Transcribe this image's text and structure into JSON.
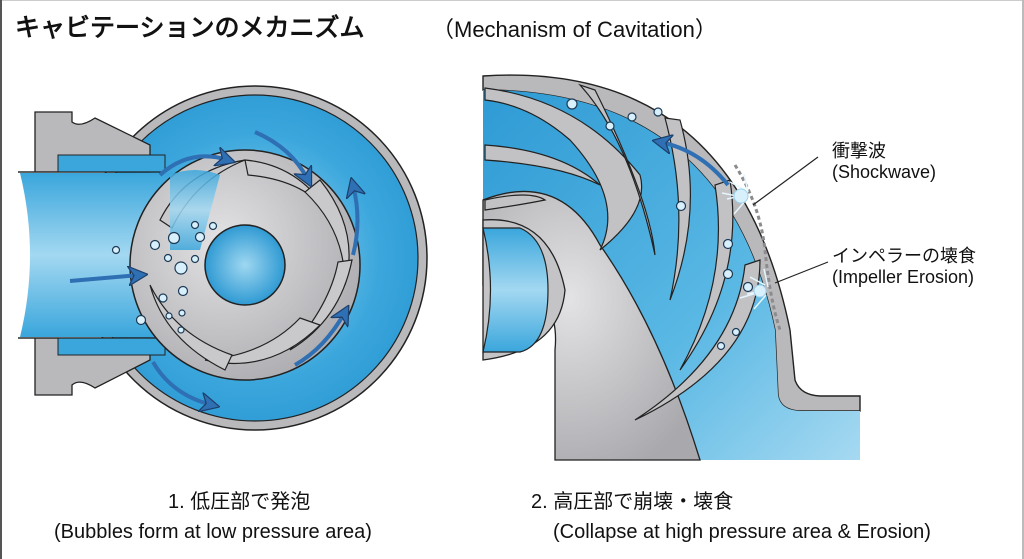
{
  "title": {
    "japanese": "キャビテーションのメカニズム",
    "english": "（Mechanism of Cavitation）"
  },
  "colors": {
    "water": "#3aa6dc",
    "water_light": "#a8dcf3",
    "metal": "#b9b9bc",
    "metal_light": "#d9d9db",
    "outline": "#222222",
    "arrow": "#2f6fb3",
    "background": "#ffffff"
  },
  "panels": [
    {
      "id": "low-pressure",
      "caption_line1": "1. 低圧部で発泡",
      "caption_line2": "(Bubbles form at low pressure area)"
    },
    {
      "id": "high-pressure",
      "caption_line1": "2. 高圧部で崩壊・壊食",
      "caption_line2": "(Collapse at high pressure area & Erosion)",
      "callouts": [
        {
          "ja": "衝撃波",
          "en": "(Shockwave)"
        },
        {
          "ja": "インペラーの壊食",
          "en": "(Impeller Erosion)"
        }
      ]
    }
  ]
}
